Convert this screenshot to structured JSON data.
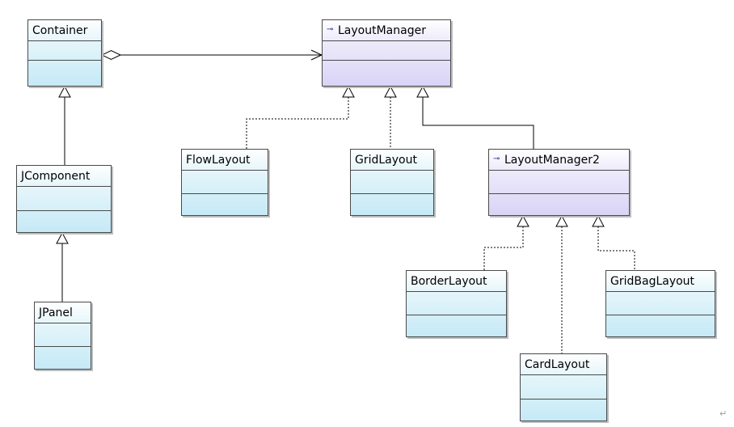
{
  "diagram": {
    "classes": {
      "container": {
        "name": "Container"
      },
      "layout_manager": {
        "name": "LayoutManager",
        "stereotype_icon": "interface-icon"
      },
      "jcomponent": {
        "name": "JComponent"
      },
      "flow_layout": {
        "name": "FlowLayout"
      },
      "grid_layout": {
        "name": "GridLayout"
      },
      "layout_manager2": {
        "name": "LayoutManager2",
        "stereotype_icon": "interface-icon"
      },
      "jpanel": {
        "name": "JPanel"
      },
      "border_layout": {
        "name": "BorderLayout"
      },
      "gridbag_layout": {
        "name": "GridBagLayout"
      },
      "card_layout": {
        "name": "CardLayout"
      }
    },
    "relations": [
      {
        "from": "Container",
        "to": "LayoutManager",
        "type": "aggregation"
      },
      {
        "from": "JComponent",
        "to": "Container",
        "type": "generalization"
      },
      {
        "from": "JPanel",
        "to": "JComponent",
        "type": "generalization"
      },
      {
        "from": "FlowLayout",
        "to": "LayoutManager",
        "type": "realization"
      },
      {
        "from": "GridLayout",
        "to": "LayoutManager",
        "type": "realization"
      },
      {
        "from": "LayoutManager2",
        "to": "LayoutManager",
        "type": "generalization"
      },
      {
        "from": "BorderLayout",
        "to": "LayoutManager2",
        "type": "realization"
      },
      {
        "from": "CardLayout",
        "to": "LayoutManager2",
        "type": "realization"
      },
      {
        "from": "GridBagLayout",
        "to": "LayoutManager2",
        "type": "realization"
      }
    ],
    "colors": {
      "class_fill": "#c5e9f6",
      "interface_fill": "#d9d4f6",
      "line": "#000000",
      "border": "#4a4a4a"
    }
  }
}
